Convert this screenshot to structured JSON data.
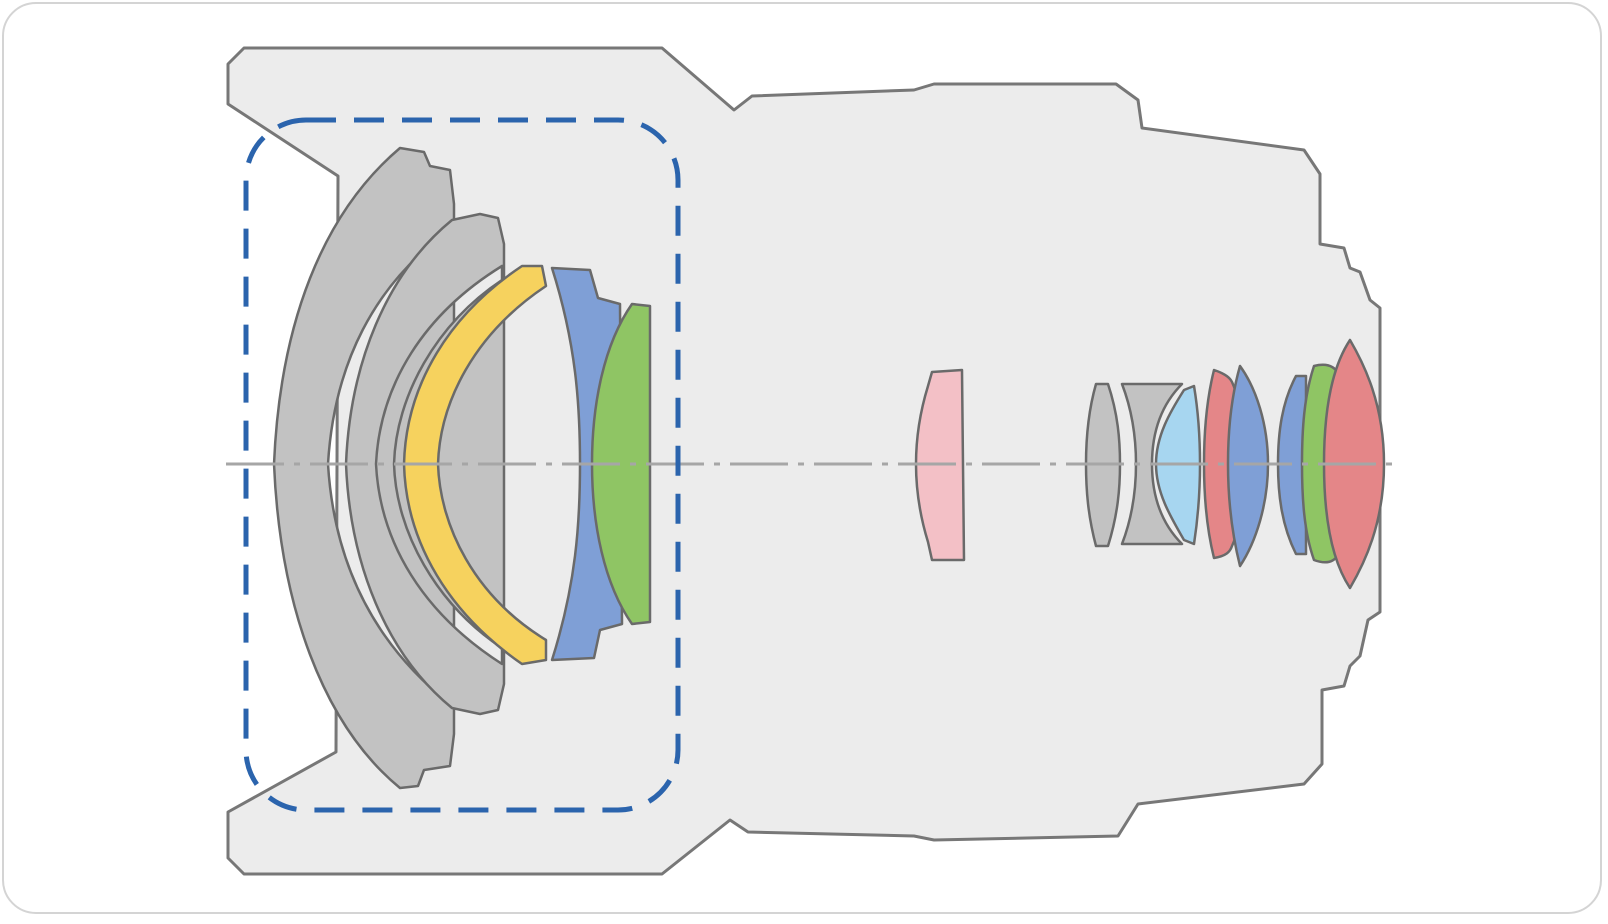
{
  "diagram": {
    "kind": "lens-cross-section",
    "colors": {
      "barrel_fill": "#ececec",
      "barrel_stroke": "#777777",
      "element_stroke": "#6a6a6a",
      "axis": "#a6a6a6",
      "highlight_box": "#2b64ad",
      "gray_element": "#c2c2c2",
      "yellow_element": "#f6d25e",
      "blue_element": "#7f9fd6",
      "green_element": "#8fc564",
      "pink_element": "#f3c0c6",
      "light_blue_element": "#a7d6f0",
      "red_element": "#e48688"
    },
    "front_group": [
      "gray_element",
      "gray_element",
      "yellow_element",
      "blue_element",
      "green_element"
    ],
    "rear_group": [
      "pink_element",
      "gray_element",
      "gray_element",
      "light_blue_element",
      "red_element",
      "blue_element",
      "blue_element",
      "green_element",
      "red_element"
    ],
    "highlighted_group": "front_group"
  }
}
